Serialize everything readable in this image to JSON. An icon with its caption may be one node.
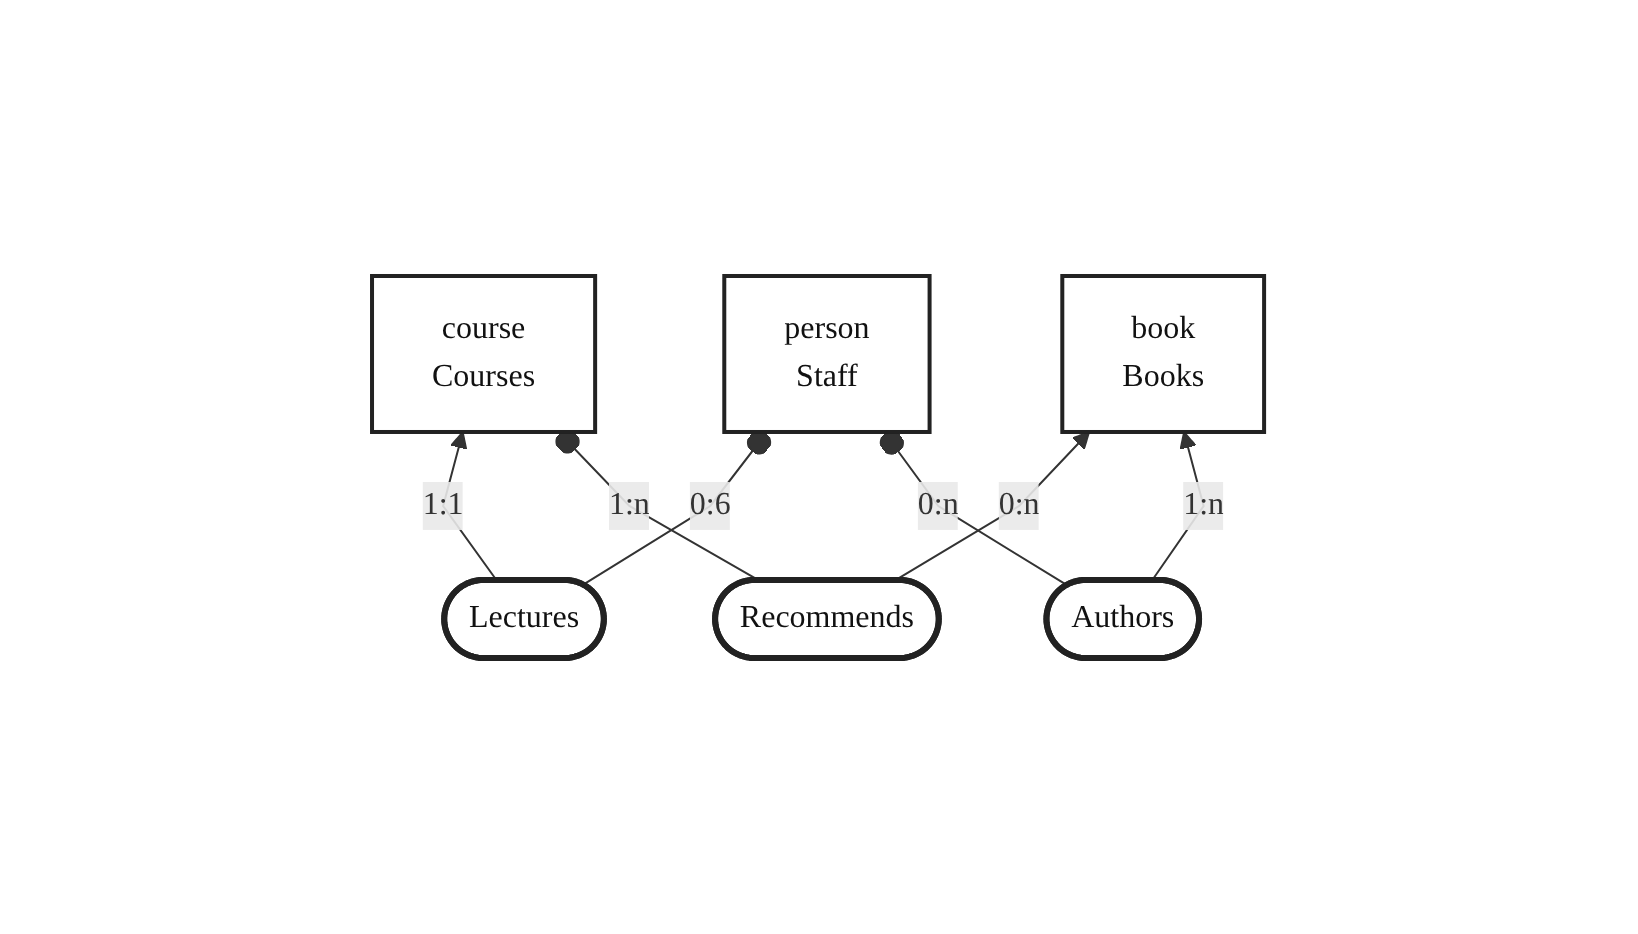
{
  "diagram": {
    "nodes": [
      {
        "text": [
          "course",
          "Courses"
        ]
      },
      {
        "text": [
          "Lectures"
        ]
      },
      {
        "text": [
          "Recommends"
        ]
      },
      {
        "text": [
          "book",
          "Books"
        ]
      },
      {
        "text": [
          "person",
          "Staff"
        ]
      },
      {
        "text": [
          "Authors"
        ]
      }
    ],
    "edges": [
      {
        "from": 1,
        "to": 0,
        "arrow": "to",
        "label": "1:1"
      },
      {
        "from": 1,
        "to": 4,
        "arrow": "other",
        "label": "0:6"
      },
      {
        "from": 2,
        "to": 0,
        "arrow": "other",
        "label": "1:n"
      },
      {
        "from": 2,
        "to": 3,
        "arrow": "to",
        "label": "0:n"
      },
      {
        "from": 5,
        "to": 4,
        "arrow": "other",
        "label": "0:n"
      },
      {
        "from": 5,
        "to": 3,
        "arrow": "to",
        "label": "1:n"
      }
    ]
  }
}
